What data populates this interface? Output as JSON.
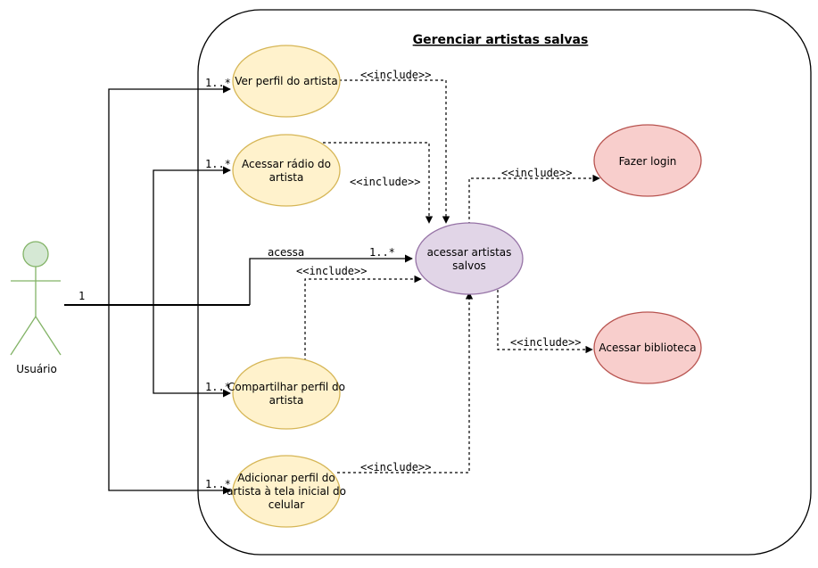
{
  "diagram": {
    "title": "Gerenciar artistas salvas",
    "actor": {
      "name": "Usuário"
    },
    "use_cases": {
      "ver_perfil": {
        "lines": [
          "Ver perfil do artista"
        ]
      },
      "acessar_radio": {
        "lines": [
          "Acessar rádio do",
          "artista"
        ]
      },
      "acessar_artistas": {
        "lines": [
          "acessar artistas",
          "salvos"
        ]
      },
      "compartilhar": {
        "lines": [
          "Compartilhar perfil do",
          "artista"
        ]
      },
      "adicionar": {
        "lines": [
          "Adicionar perfil do",
          "artista à tela inicial do",
          "celular"
        ]
      },
      "fazer_login": {
        "lines": [
          "Fazer login"
        ]
      },
      "acessar_biblioteca": {
        "lines": [
          "Acessar biblioteca"
        ]
      }
    },
    "labels": {
      "include": "<<include>>",
      "acessa": "acessa",
      "mult_one": "1",
      "mult_many": "1..*"
    },
    "colors": {
      "yellow_fill": "#fff2cc",
      "yellow_stroke": "#d6b656",
      "purple_fill": "#e1d5e7",
      "purple_stroke": "#9673a6",
      "red_fill": "#f8cecc",
      "red_stroke": "#b85450",
      "actor_fill": "#d5e8d4",
      "actor_stroke": "#82b366"
    }
  }
}
